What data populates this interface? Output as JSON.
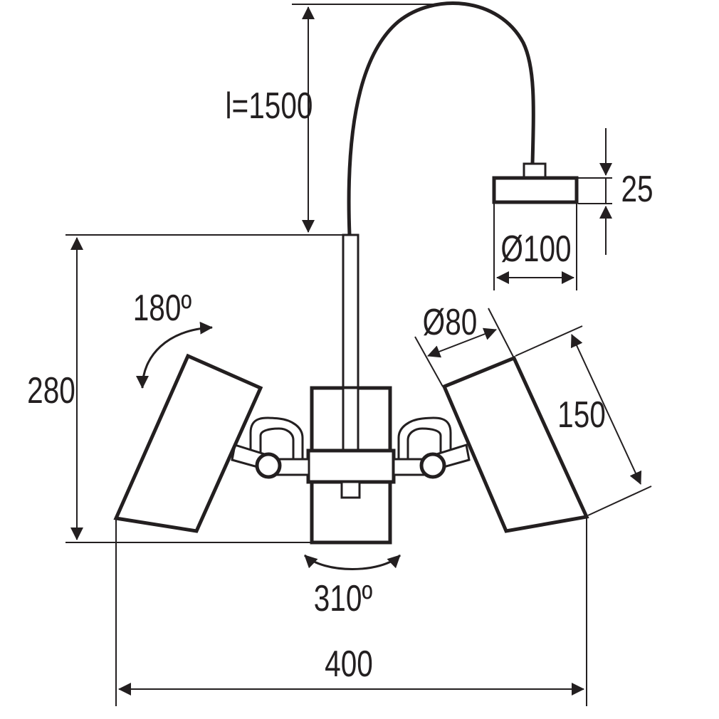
{
  "dimensions": {
    "cable_length": "l=1500",
    "canopy_height": "25",
    "canopy_diameter": "Ø100",
    "shade_diameter": "Ø80",
    "shade_length": "150",
    "total_height": "280",
    "total_width": "400",
    "shade_rotation": "180º",
    "arm_rotation": "310º"
  },
  "colors": {
    "line": "#231f20",
    "background": "#ffffff"
  }
}
